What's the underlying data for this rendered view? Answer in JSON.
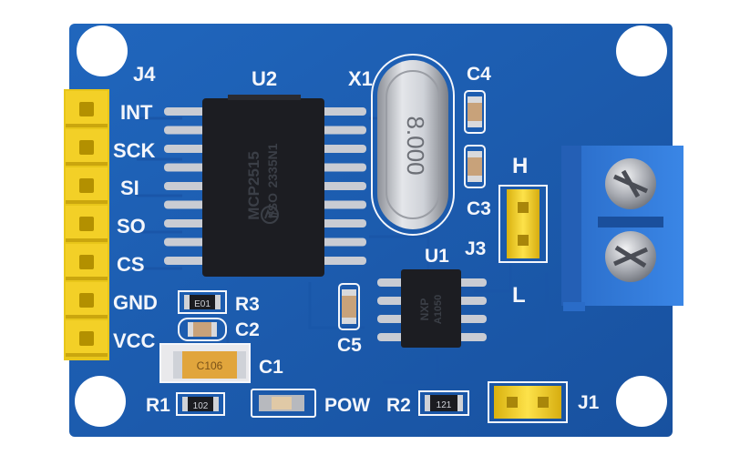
{
  "board": {
    "colors": {
      "pcb": "#1d5cb4",
      "pcb_dark": "#164a96",
      "silkscreen": "#f4f6fb",
      "header_gold": "#f2cf1f",
      "terminal_blue": "#2f78d6",
      "chip_black": "#1c1d22",
      "pin_silver": "#c9ccd3"
    },
    "labels": {
      "j4": "J4",
      "u2": "U2",
      "x1": "X1",
      "c4": "C4",
      "h": "H",
      "c3": "C3",
      "j3": "J3",
      "l": "L",
      "u1": "U1",
      "r3": "R3",
      "c2": "C2",
      "c5": "C5",
      "c1": "C1",
      "r1": "R1",
      "pow": "POW",
      "r2": "R2",
      "j1": "J1"
    },
    "pins": [
      "INT",
      "SCK",
      "SI",
      "SO",
      "CS",
      "GND",
      "VCC"
    ],
    "component_marks": {
      "crystal": "8.000",
      "u2_line1": "MCP2515",
      "u2_line2": "I/SO",
      "u2_line3": "2335N1",
      "u1_line1": "NXP",
      "u1_line2": "A1050",
      "r3_code": "E01",
      "c1_code": "C106",
      "r1_code": "102",
      "r2_code": "121"
    },
    "icons": [
      "microchip-logo-icon",
      "screw-icon"
    ]
  }
}
